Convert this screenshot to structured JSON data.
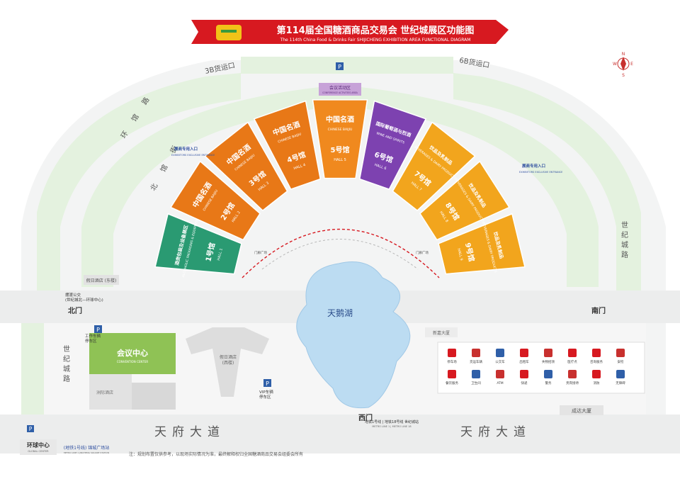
{
  "title": {
    "zh": "第114届全国糖酒商品交易会 世纪城展区功能图",
    "en": "The 114th China Food & Drinks Fair SHIJICHENG EXHIBITION AREA FUNCTIONAL DIAGRAM"
  },
  "compass": {
    "n": "N",
    "e": "E",
    "s": "S",
    "w": "W"
  },
  "roads": {
    "huanguan": "环馆路",
    "north_street": "北馆街",
    "tianfu_left": "天府大道",
    "tianfu_right": "天府大道",
    "shiji_right": "世纪城路",
    "shiji_left": "世纪城路"
  },
  "cargo": {
    "left": "3B货运口",
    "right": "6B货运口"
  },
  "gates": {
    "north": "北门",
    "south": "南门",
    "west": "西门"
  },
  "lake": "天鹅湖",
  "conference": {
    "zh": "会议中心",
    "en": "CONVENTION CENTER"
  },
  "hotel_east": "假日酒店 (东楼)",
  "hotel_west": {
    "zh": "假日酒店",
    "sub": "(西楼)"
  },
  "zhouji": "洲际酒店",
  "xinjia": "新嘉大厦",
  "chengda": "成达大厦",
  "staff_parking": {
    "line1": "工作车辆",
    "line2": "停车区"
  },
  "vip_parking": {
    "line1": "VIP车辆",
    "line2": "停车区"
  },
  "shuttle": {
    "line1": "摆渡公交",
    "line2": "(世纪城北—环球中心)"
  },
  "entrances": {
    "left": {
      "zh": "展商专用入口",
      "en": "EXHIBITORS EXCLUSIVE ENTRANCE"
    },
    "right": {
      "zh": "展商专用入口",
      "en": "EXHIBITORS EXCLUSIVE ENTRANCE"
    }
  },
  "halls": [
    {
      "num": "1号馆",
      "en": "HALL 1",
      "cat": "酒类包装及设备展区",
      "cat_en": "ALCOHOLIC PACKAGING & EQUIPMENT",
      "color": "#2a9a72"
    },
    {
      "num": "2号馆",
      "en": "HALL 2",
      "cat": "中国名酒",
      "cat_en": "CHINESE BAIJIU",
      "color": "#e87817"
    },
    {
      "num": "3号馆",
      "en": "HALL 3",
      "cat": "中国名酒",
      "cat_en": "CHINESE BAIJIU",
      "color": "#e87817"
    },
    {
      "num": "4号馆",
      "en": "HALL 4",
      "cat": "中国名酒",
      "cat_en": "CHINESE BAIJIU",
      "color": "#e87817"
    },
    {
      "num": "5号馆",
      "en": "HALL 5",
      "cat": "中国名酒",
      "cat_en": "CHINESE BAIJIU",
      "color": "#f0891e"
    },
    {
      "num": "6号馆",
      "en": "HALL 6",
      "cat": "国际葡萄酒与烈酒",
      "cat_en": "WINE AND SPIRITS",
      "color": "#7d42b0"
    },
    {
      "num": "7号馆",
      "en": "HALL 7",
      "cat": "饮品及乳制品",
      "cat_en": "BEVERAGES & DAIRY PRODUCTS",
      "color": "#f2a51d"
    },
    {
      "num": "8号馆",
      "en": "HALL 8",
      "cat": "饮品及乳制品",
      "cat_en": "BEVERAGES & DAIRY PRODUCTS",
      "color": "#f2a51d"
    },
    {
      "num": "9号馆",
      "en": "HALL 9",
      "cat": "饮品及乳制品",
      "cat_en": "BEVERAGES & DAIRY PRODUCTS",
      "color": "#f2a51d"
    }
  ],
  "meeting_area": {
    "zh": "会议活动区",
    "en": "CONFERENCE ACTIVITIES AREA"
  },
  "guide_gate": "门廊广场",
  "metro_west": "地铁1号线 | 地铁18号线 世纪城站",
  "metro_west_en": "METRO LINE 1 | METRO LINE 18",
  "global_center": {
    "zh": "环球中心",
    "en": "GLOBAL CENTER"
  },
  "global_metro": {
    "zh": "(地铁1号线) 锦城广场站",
    "en": "METRO LINE 1 JINCHENG SQUARE STATION"
  },
  "legend_labels": [
    "停车场",
    "货运车辆",
    "公交车",
    "出租车",
    "失物招领",
    "医疗点",
    "咨询服务",
    "安检",
    "餐饮服务",
    "卫生间",
    "ATM",
    "快递",
    "警务",
    "贵宾接待",
    "消防",
    "无障碍"
  ],
  "note": "注：规划布置仅供参考，以现场实际情况为准，最终解释权归全国糖酒商品交易会组委会所有",
  "colors": {
    "title_red": "#d71920",
    "grass": "#e4f2df",
    "road": "#eff0f0",
    "plaza": "#f5f5f5",
    "lake": "#bcdcf2",
    "baijiu": "#e87817",
    "wine": "#7d42b0",
    "beverage": "#f2a51d",
    "packaging": "#2a9a72",
    "conference": "#8fc255"
  }
}
